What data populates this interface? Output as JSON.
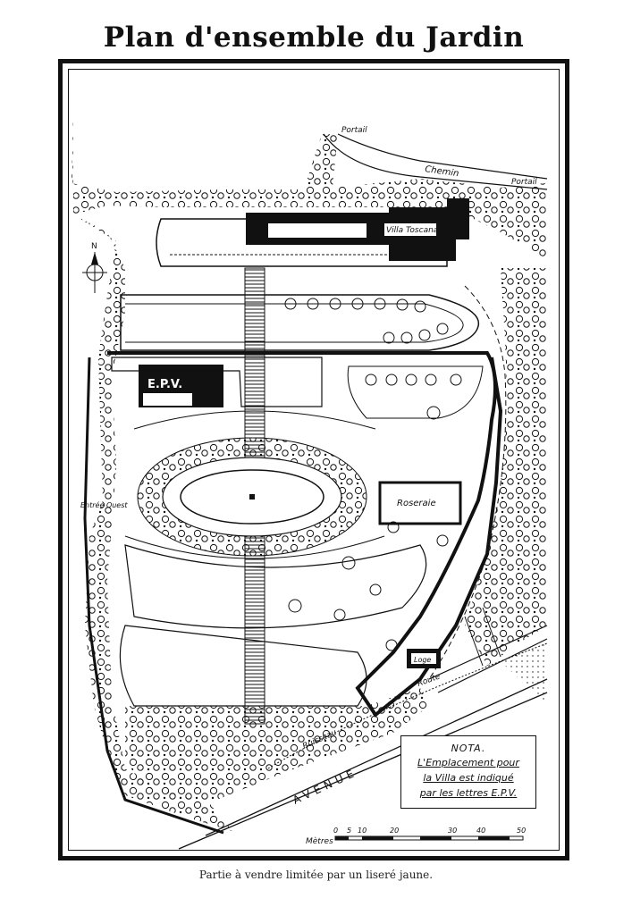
{
  "title": "Plan d'ensemble du Jardin",
  "labels": {
    "portail_top": "Portail",
    "portail_right": "Portail",
    "chemin": "Chemin",
    "villa": "Villa Toscana",
    "epv": "E.P.V.",
    "entree_ouest": "Entrée Ouest",
    "roseraie": "Roseraie",
    "loge": "Loge",
    "route": "Route",
    "ruisseau": "Ruisseau",
    "avenue": "AVENUE",
    "north": "N"
  },
  "nota": {
    "title": "NOTA.",
    "lines": [
      "L'Emplacement pour",
      "la Villa est indiqué",
      "par les lettres E.P.V."
    ]
  },
  "scale": {
    "label": "Mètres",
    "ticks": [
      "0",
      "5",
      "10",
      "20",
      "30",
      "40",
      "50"
    ]
  },
  "caption": "Partie à vendre limitée par un liseré jaune."
}
